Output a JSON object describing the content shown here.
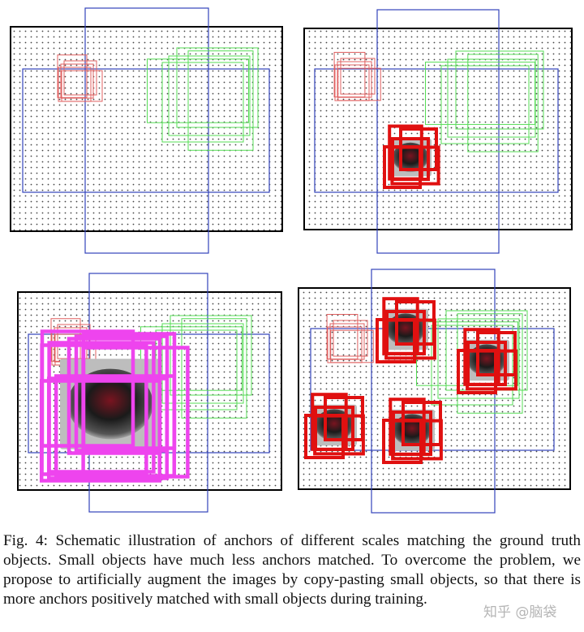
{
  "figure": {
    "panels": [
      {
        "id": "top-left",
        "objects": [],
        "small_color": "#e06060",
        "anchor_groups": [
          "red",
          "green",
          "blue"
        ]
      },
      {
        "id": "top-right",
        "objects": [
          {
            "id": "obj-1"
          }
        ],
        "small_color": "#e06060",
        "anchor_groups": [
          "red",
          "green",
          "blue"
        ]
      },
      {
        "id": "bottom-left",
        "objects": [
          {
            "id": "obj-large"
          }
        ],
        "small_color": "#e06060",
        "anchor_groups": [
          "red",
          "green",
          "blue",
          "magenta"
        ]
      },
      {
        "id": "bottom-right",
        "objects": [
          {
            "id": "obj-a"
          },
          {
            "id": "obj-b"
          },
          {
            "id": "obj-c"
          },
          {
            "id": "obj-d"
          }
        ],
        "small_color": "#e06060",
        "anchor_groups": [
          "red",
          "green",
          "blue"
        ]
      }
    ],
    "colors": {
      "small_anchor": "#e06060",
      "medium_anchor": "#55dd55",
      "large_anchor": "#3344bb",
      "matched_small": "#e01010",
      "matched_large": "#ee44ee",
      "grid_dot": "#444444",
      "frame": "#000000"
    }
  },
  "caption": {
    "text": "Fig. 4: Schematic illustration of anchors of different scales matching the ground truth objects. Small objects have much less anchors matched. To overcome the problem, we propose to artificially augment the images by copy-pasting small objects, so that there is more anchors positively matched with small objects during training."
  },
  "watermark": {
    "text": "知乎 @脑袋"
  }
}
